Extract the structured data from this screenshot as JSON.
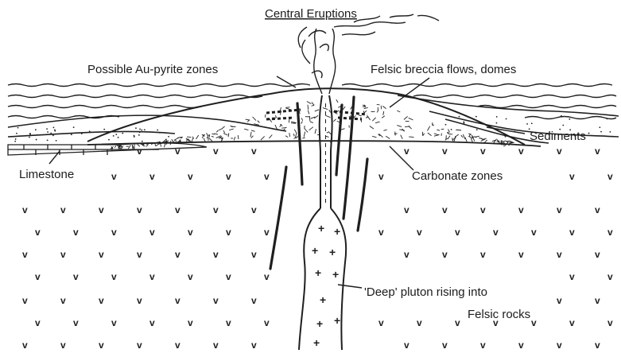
{
  "title": "Central Eruptions",
  "labels": {
    "au_pyrite": "Possible Au-pyrite zones",
    "felsic_breccia": "Felsic breccia flows, domes",
    "sediments": "Sediments",
    "limestone": "Limestone",
    "carbonate": "Carbonate zones",
    "pluton_line1": "'Deep' pluton rising into",
    "pluton_line2": "Felsic rocks"
  },
  "symbols": {
    "volcanic": "v",
    "pluton": "+"
  },
  "colors": {
    "ink": "#1f1f1f",
    "background": "#ffffff"
  }
}
